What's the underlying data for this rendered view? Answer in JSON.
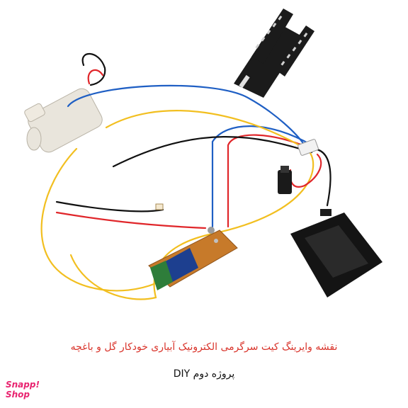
{
  "caption": {
    "title": "نقشه وایرینگ کیت سرگرمی الکترونیک آبیاری خودکار گل و باغچه",
    "subtitle": "پروژه دوم  DIY",
    "title_color": "#d9342b"
  },
  "logo": {
    "line1": "Snapp!",
    "line2": "Shop",
    "color": "#e8236f"
  },
  "colors": {
    "wire_red": "#e0262a",
    "wire_blue": "#1f5fc4",
    "wire_black": "#111111",
    "wire_yellow": "#f2bf20",
    "sensor_board": "#1b1b1b",
    "relay_board": "#c77a2a",
    "relay_blue": "#1d3f8f",
    "terminal_green": "#2e7d3a",
    "pump_body": "#e9e5dc"
  }
}
